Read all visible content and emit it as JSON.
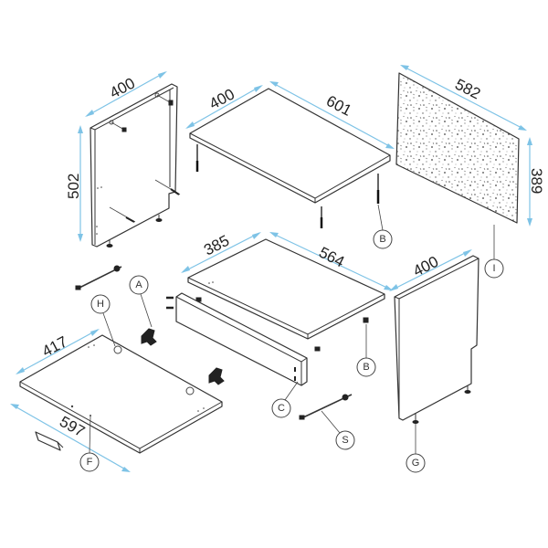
{
  "title": "Cabinet assembly diagram",
  "dimensions": {
    "side_panel_left_width": "400",
    "side_panel_left_height": "502",
    "top_depth": "400",
    "top_width": "601",
    "back_width": "582",
    "back_height": "389",
    "shelf_depth": "385",
    "shelf_width": "564",
    "side_panel_right_width": "400",
    "bottom_depth": "417",
    "bottom_width": "597"
  },
  "callouts": {
    "A": "A",
    "B_top": "B",
    "B_shelf": "B",
    "C": "C",
    "F": "F",
    "G": "G",
    "H": "H",
    "I": "I",
    "S": "S"
  },
  "colors": {
    "dimension_line": "#7ec3e6",
    "outline": "#333333"
  }
}
